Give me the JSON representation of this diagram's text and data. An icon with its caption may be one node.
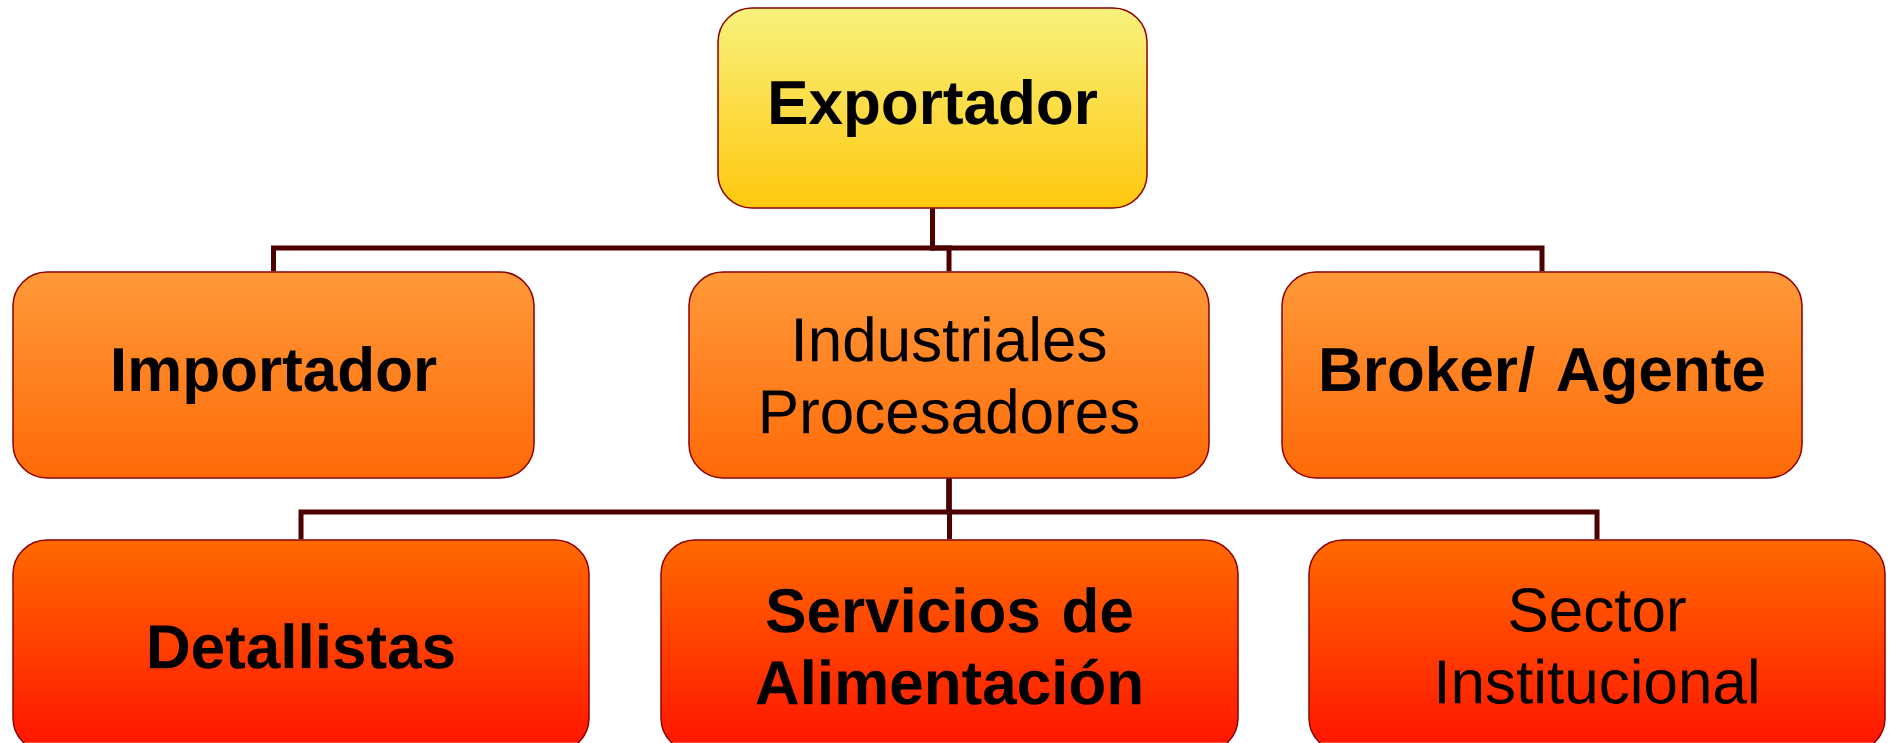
{
  "diagram": {
    "nodes": [
      {
        "text": [
          "Exportador"
        ]
      },
      {
        "text": [
          "Importador"
        ]
      },
      {
        "text": [
          "Industriales Procesadores"
        ]
      },
      {
        "text": [
          "Broker/ Agente"
        ]
      },
      {
        "text": [
          "Detallistas"
        ]
      },
      {
        "text": [
          "Servicios de Alimentación"
        ]
      },
      {
        "text": [
          "Sector Institucional"
        ]
      }
    ],
    "edges": [
      {
        "from": 0,
        "to": 1,
        "arrow": "none"
      },
      {
        "from": 0,
        "to": 2,
        "arrow": "none"
      },
      {
        "from": 0,
        "to": 3,
        "arrow": "none"
      },
      {
        "from": 2,
        "to": 4,
        "arrow": "none"
      },
      {
        "from": 2,
        "to": 5,
        "arrow": "none"
      },
      {
        "from": 2,
        "to": 6,
        "arrow": "none"
      }
    ]
  }
}
